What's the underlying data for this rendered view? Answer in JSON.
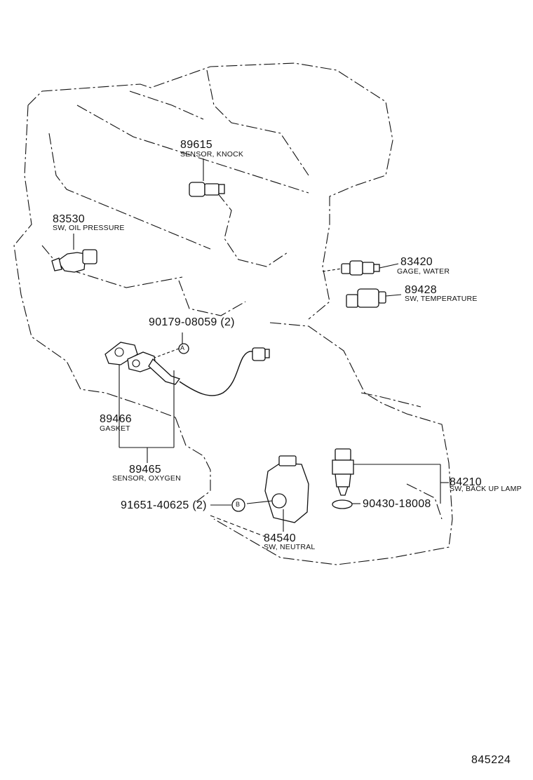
{
  "parts": [
    {
      "id": "knock",
      "number": "89615",
      "desc": "SENSOR, KNOCK"
    },
    {
      "id": "oil",
      "number": "83530",
      "desc": "SW, OIL PRESSURE"
    },
    {
      "id": "water",
      "number": "83420",
      "desc": "GAGE, WATER"
    },
    {
      "id": "temp",
      "number": "89428",
      "desc": "SW, TEMPERATURE"
    },
    {
      "id": "nut",
      "number": "90179-08059 (2)",
      "symbol": "A"
    },
    {
      "id": "gasket",
      "number": "89466",
      "desc": "GASKET"
    },
    {
      "id": "oxygen",
      "number": "89465",
      "desc": "SENSOR, OXYGEN"
    },
    {
      "id": "bolt",
      "number": "91651-40625 (2)",
      "symbol": "B"
    },
    {
      "id": "neutral",
      "number": "84540",
      "desc": "SW, NEUTRAL"
    },
    {
      "id": "backup",
      "number": "84210",
      "desc": "SW, BACK UP LAMP"
    },
    {
      "id": "washer",
      "number": "90430-18008"
    }
  ],
  "diagram_ref": "845224"
}
